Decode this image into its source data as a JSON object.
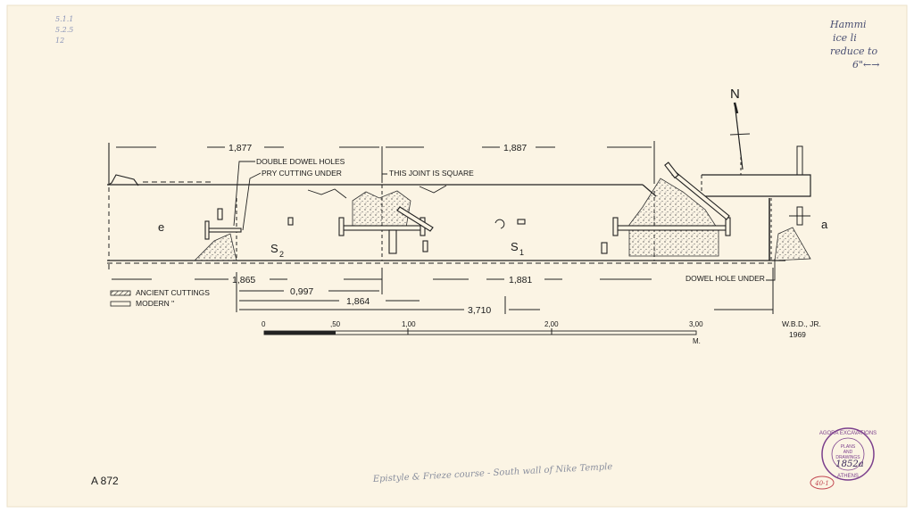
{
  "notes": {
    "top_left": [
      "5.1.1",
      "5.2.5",
      "12"
    ],
    "top_right": [
      "Hammi",
      "ice li",
      "reduce to",
      "6\"←→"
    ]
  },
  "north_label": "N",
  "blocks": {
    "e": "e",
    "s2": "S",
    "s2_sub": "2",
    "s1": "S",
    "s1_sub": "1",
    "a": "a"
  },
  "annotations": {
    "double_dowel": "DOUBLE DOWEL HOLES",
    "pry_cutting": "PRY CUTTING UNDER",
    "joint_square": "THIS JOINT IS SQUARE",
    "dowel_under": "DOWEL HOLE UNDER"
  },
  "dimensions": {
    "top_left": "1,877",
    "top_right": "1,887",
    "bottom_left": "1,865",
    "bottom_right": "1,881",
    "mid_a": "0,997",
    "mid_b": "1,864",
    "total": "3,710"
  },
  "legend": [
    {
      "label": "ANCIENT CUTTINGS",
      "style": "hatched"
    },
    {
      "label": "MODERN        \"",
      "style": "open"
    }
  ],
  "scale": {
    "ticks": [
      "0",
      ",50",
      "1,00",
      "2,00",
      "3,00"
    ],
    "unit": "M."
  },
  "author": {
    "name": "W.B.D., JR.",
    "year": "1969"
  },
  "catalog_number": "A 872",
  "caption": "Epistyle & Frieze course - South wall of Nike Temple",
  "stamp": {
    "ring_top": "AGORA EXCAVATIONS",
    "ring_bottom": "ATHENS",
    "line1": "PLANS",
    "line2": "AND",
    "line3": "DRAWINGS",
    "number": "1852a",
    "tag": "40-1"
  },
  "colors": {
    "paper": "#fbf4e4",
    "ink": "#222222",
    "stamp": "#7b3f8c",
    "tag": "#c2454f"
  }
}
